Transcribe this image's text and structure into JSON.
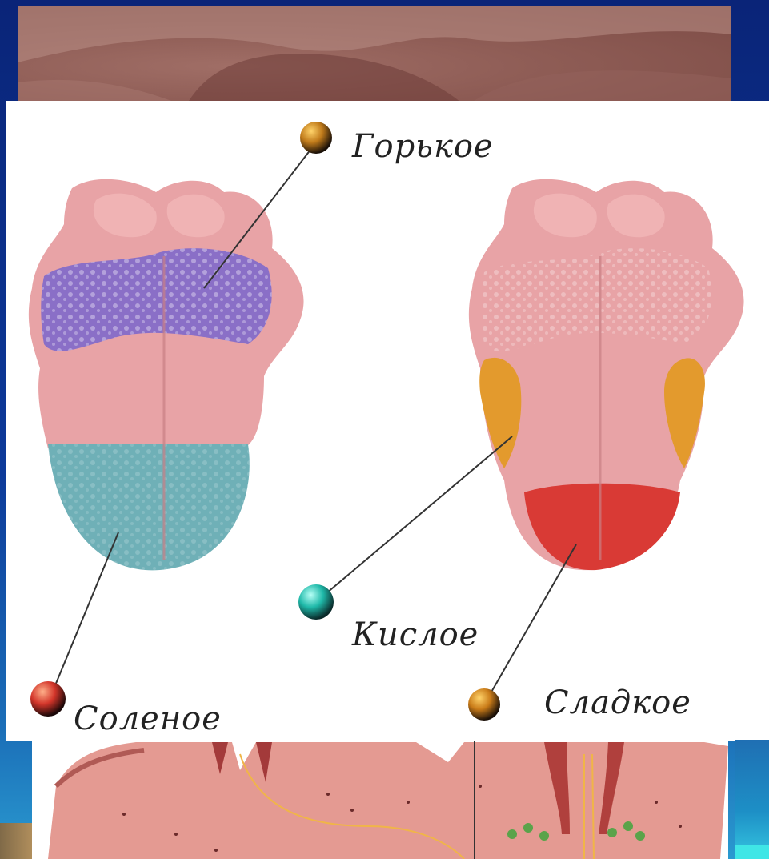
{
  "labels": {
    "bitter": "Горькое",
    "sour": "Кислое",
    "salty": "Соленое",
    "sweet": "Сладкое"
  },
  "colors": {
    "bitter_zone": "#8a6fc7",
    "salty_zone": "#6fb0b7",
    "sour_zone": "#e39a2d",
    "sweet_zone": "#d93a35",
    "tongue": "#e8a3a6",
    "slide_background": "#0b2a86"
  },
  "icons": [
    "bitter-marker-icon",
    "sour-marker-icon",
    "salty-marker-icon",
    "sweet-marker-icon"
  ]
}
